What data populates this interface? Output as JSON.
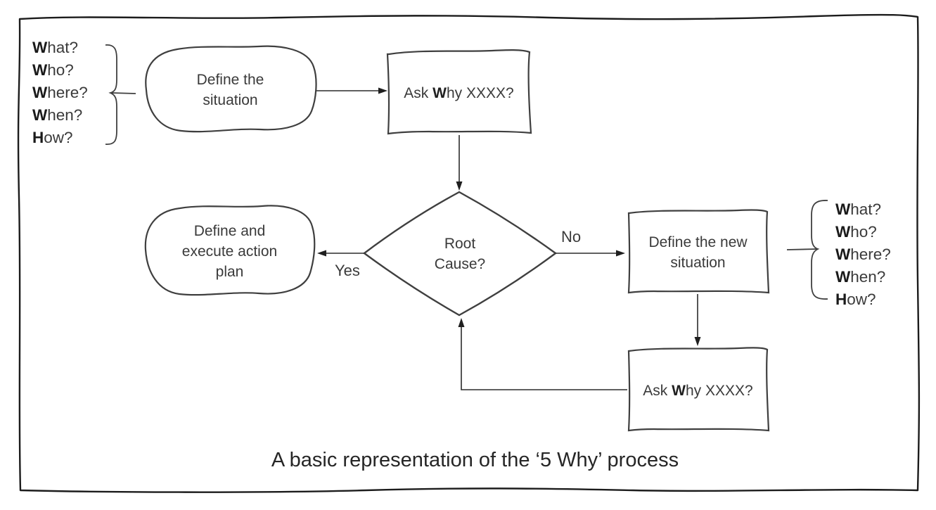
{
  "colors": {
    "background": "#ffffff",
    "frame_stroke": "#1c1c1c",
    "shape_stroke": "#3f3f3f",
    "arrow_stroke": "#2b2b2b",
    "text": "#3a3a3a"
  },
  "caption": "A basic representation of the ‘5 Why’ process",
  "five_w_questions": [
    {
      "lead": "W",
      "rest": "hat?"
    },
    {
      "lead": "W",
      "rest": "ho?"
    },
    {
      "lead": "W",
      "rest": "here?"
    },
    {
      "lead": "W",
      "rest": "hen?"
    },
    {
      "lead": "H",
      "rest": "ow?"
    }
  ],
  "nodes": {
    "define_situation": {
      "label": "Define the situation"
    },
    "ask_why_top": {
      "pre": "Ask ",
      "bold": "W",
      "post": "hy XXXX?"
    },
    "root_cause": {
      "label": "Root Cause?"
    },
    "define_new_situation": {
      "label": "Define the new situation"
    },
    "ask_why_bottom": {
      "pre": "Ask ",
      "bold": "W",
      "post": "hy XXXX?"
    },
    "define_execute_plan": {
      "label": "Define and execute action plan"
    }
  },
  "edge_labels": {
    "yes": "Yes",
    "no": "No"
  }
}
